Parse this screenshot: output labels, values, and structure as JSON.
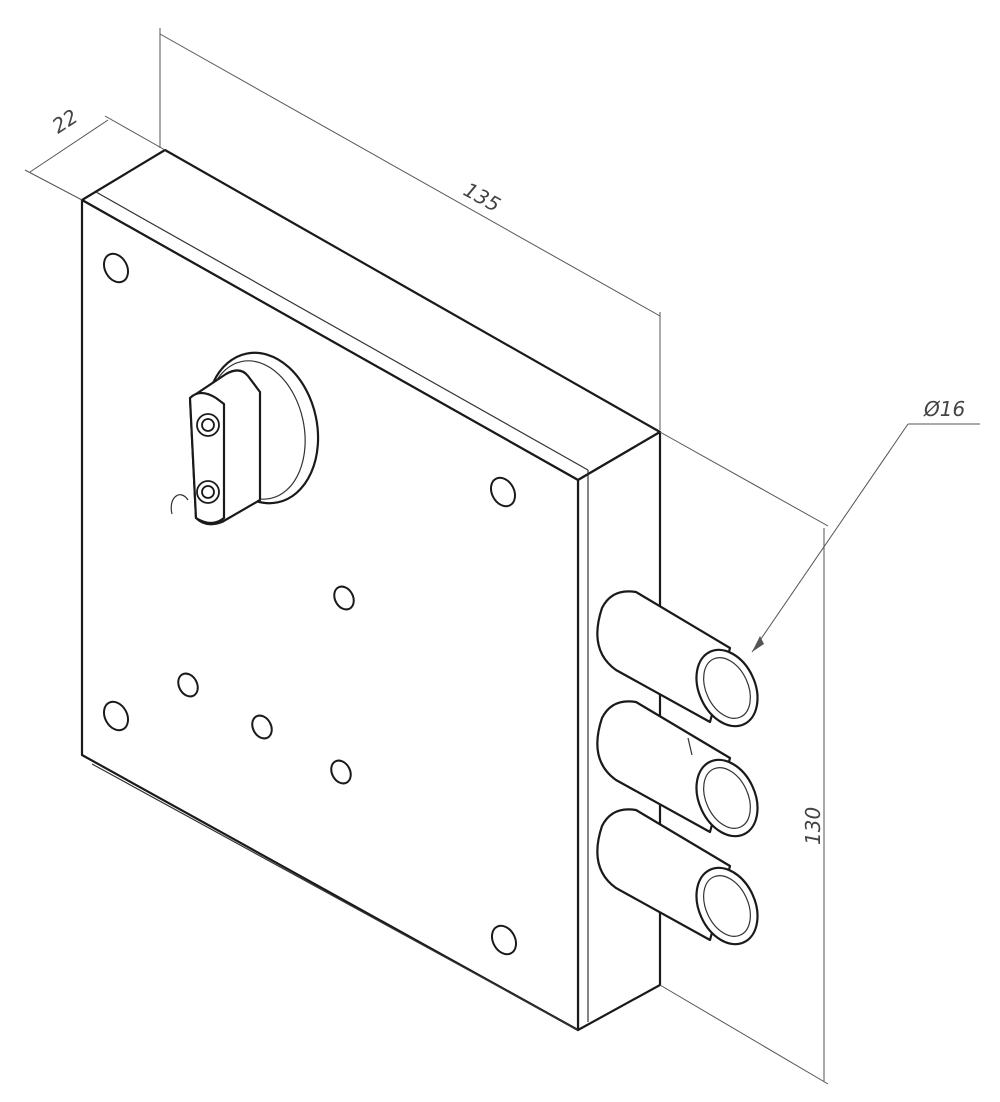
{
  "dimensions": {
    "thickness": "22",
    "width": "135",
    "diameter": "Ø16",
    "height": "130"
  },
  "colors": {
    "line": "#1a1a1a",
    "dimension_line": "#555555",
    "background": "#ffffff"
  },
  "parts": {
    "body": "lock-case",
    "cylinder": "key-cylinder",
    "bolts": [
      "bolt-1",
      "bolt-2",
      "bolt-3"
    ]
  }
}
